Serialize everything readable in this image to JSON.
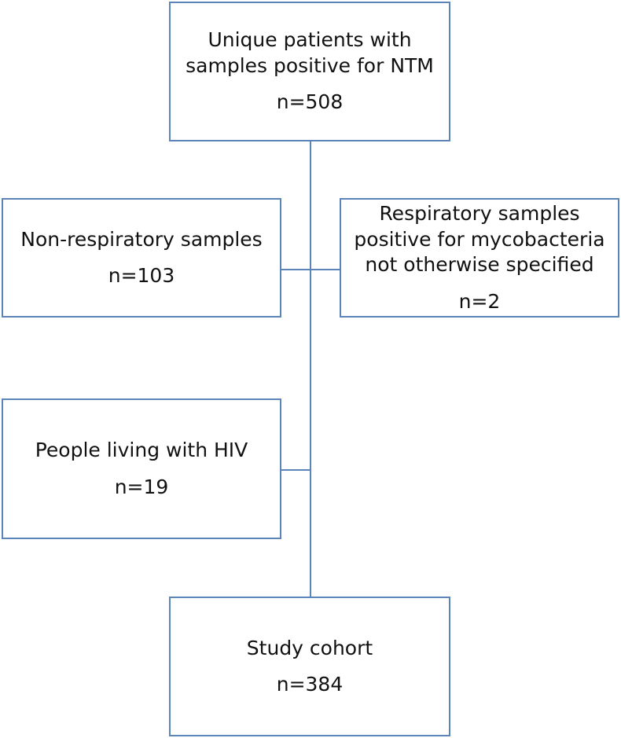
{
  "boxes": {
    "top": {
      "lines": [
        "Unique patients with",
        "samples positive for NTM"
      ],
      "count": "n=508"
    },
    "non_respiratory": {
      "lines": [
        "Non-respiratory samples"
      ],
      "count": "n=103"
    },
    "respiratory_nos": {
      "lines": [
        "Respiratory samples",
        "positive for mycobacteria",
        "not otherwise specified"
      ],
      "count": "n=2"
    },
    "hiv": {
      "lines": [
        "People living with HIV"
      ],
      "count": "n=19"
    },
    "cohort": {
      "lines": [
        "Study cohort"
      ],
      "count": "n=384"
    }
  },
  "colors": {
    "border": "#5b84b8"
  }
}
